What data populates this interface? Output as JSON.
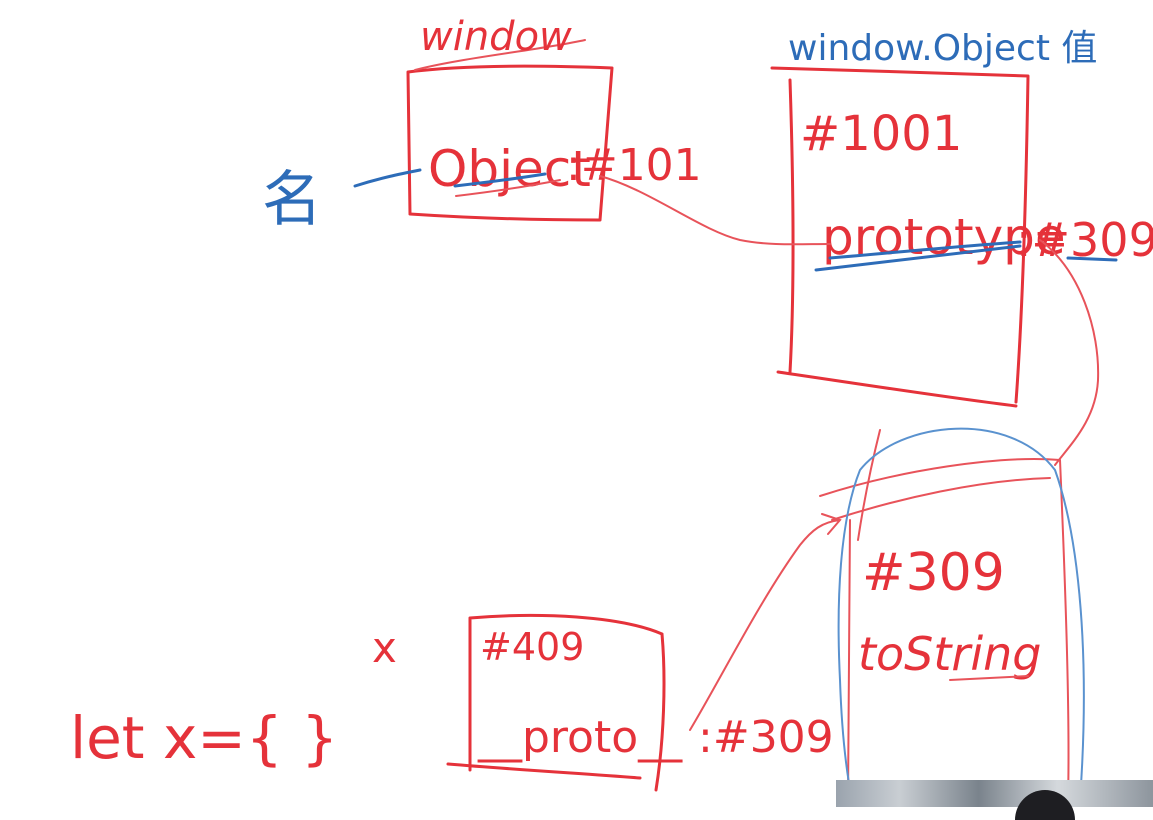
{
  "window_box": {
    "title": "window",
    "field": "Object",
    "value": ":#101"
  },
  "name_annotation": "名",
  "object_box": {
    "title": "window.Object 值",
    "id": "#1001",
    "field": "prototype",
    "value": ":#309"
  },
  "proto_box": {
    "id": "#309",
    "method": "toString"
  },
  "x_box": {
    "var": "x",
    "id": "#409",
    "field": "__proto__",
    "value": ":#309"
  },
  "code": "let x={ }",
  "colors": {
    "ink_red": "#e5323a",
    "ink_blue": "#2d6cb8"
  },
  "webcam_overlay": "webcam-thumbnail"
}
